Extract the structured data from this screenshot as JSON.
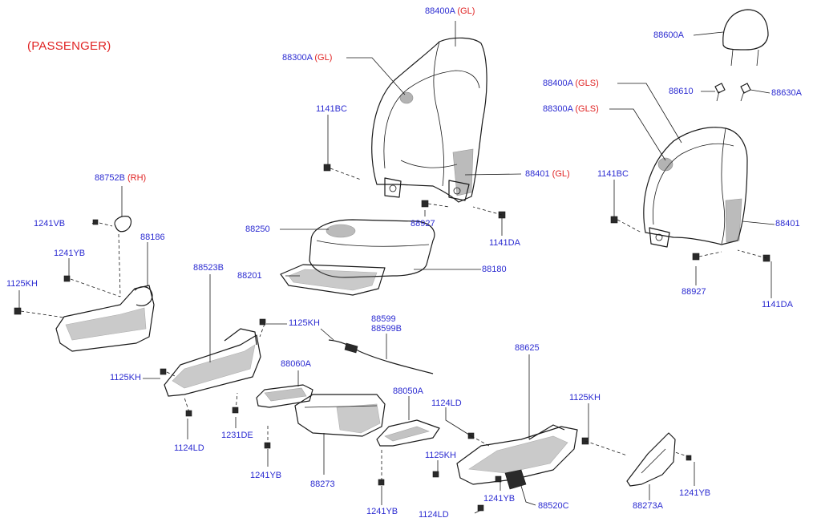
{
  "diagram": {
    "title": "(PASSENGER)",
    "labels": [
      {
        "id": "l1",
        "part": "88400A",
        "variant": "(GL)"
      },
      {
        "id": "l2",
        "part": "88300A",
        "variant": "(GL)"
      },
      {
        "id": "l3",
        "part": "88600A",
        "variant": ""
      },
      {
        "id": "l4",
        "part": "88400A",
        "variant": "(GLS)"
      },
      {
        "id": "l5",
        "part": "88610",
        "variant": ""
      },
      {
        "id": "l6",
        "part": "88630A",
        "variant": ""
      },
      {
        "id": "l7",
        "part": "88300A",
        "variant": "(GLS)"
      },
      {
        "id": "l8",
        "part": "1141BC",
        "variant": ""
      },
      {
        "id": "l9",
        "part": "1141BC",
        "variant": ""
      },
      {
        "id": "l10",
        "part": "88401",
        "variant": "(GL)"
      },
      {
        "id": "l11",
        "part": "88752B",
        "variant": "(RH)"
      },
      {
        "id": "l12",
        "part": "88927",
        "variant": ""
      },
      {
        "id": "l13",
        "part": "1241VB",
        "variant": ""
      },
      {
        "id": "l14",
        "part": "1141DA",
        "variant": ""
      },
      {
        "id": "l15",
        "part": "88401",
        "variant": ""
      },
      {
        "id": "l16",
        "part": "88250",
        "variant": ""
      },
      {
        "id": "l17",
        "part": "88186",
        "variant": ""
      },
      {
        "id": "l18",
        "part": "1241YB",
        "variant": ""
      },
      {
        "id": "l19",
        "part": "88201",
        "variant": ""
      },
      {
        "id": "l20",
        "part": "88180",
        "variant": ""
      },
      {
        "id": "l21",
        "part": "88523B",
        "variant": ""
      },
      {
        "id": "l22",
        "part": "88927",
        "variant": ""
      },
      {
        "id": "l23",
        "part": "1125KH",
        "variant": ""
      },
      {
        "id": "l24",
        "part": "1141DA",
        "variant": ""
      },
      {
        "id": "l25",
        "part": "1125KH",
        "variant": ""
      },
      {
        "id": "l26",
        "part": "88599",
        "variant": ""
      },
      {
        "id": "l27",
        "part": "88599B",
        "variant": ""
      },
      {
        "id": "l28",
        "part": "88625",
        "variant": ""
      },
      {
        "id": "l29",
        "part": "88060A",
        "variant": ""
      },
      {
        "id": "l30",
        "part": "1125KH",
        "variant": ""
      },
      {
        "id": "l31",
        "part": "88050A",
        "variant": ""
      },
      {
        "id": "l32",
        "part": "1125KH",
        "variant": ""
      },
      {
        "id": "l33",
        "part": "1124LD",
        "variant": ""
      },
      {
        "id": "l34",
        "part": "1231DE",
        "variant": ""
      },
      {
        "id": "l35",
        "part": "1124LD",
        "variant": ""
      },
      {
        "id": "l36",
        "part": "1125KH",
        "variant": ""
      },
      {
        "id": "l37",
        "part": "1241YB",
        "variant": ""
      },
      {
        "id": "l38",
        "part": "88273",
        "variant": ""
      },
      {
        "id": "l39",
        "part": "1241YB",
        "variant": ""
      },
      {
        "id": "l40",
        "part": "88520C",
        "variant": ""
      },
      {
        "id": "l41",
        "part": "88273A",
        "variant": ""
      },
      {
        "id": "l42",
        "part": "1241YB",
        "variant": ""
      },
      {
        "id": "l43",
        "part": "1241YB",
        "variant": ""
      },
      {
        "id": "l44",
        "part": "1124LD",
        "variant": ""
      }
    ]
  }
}
